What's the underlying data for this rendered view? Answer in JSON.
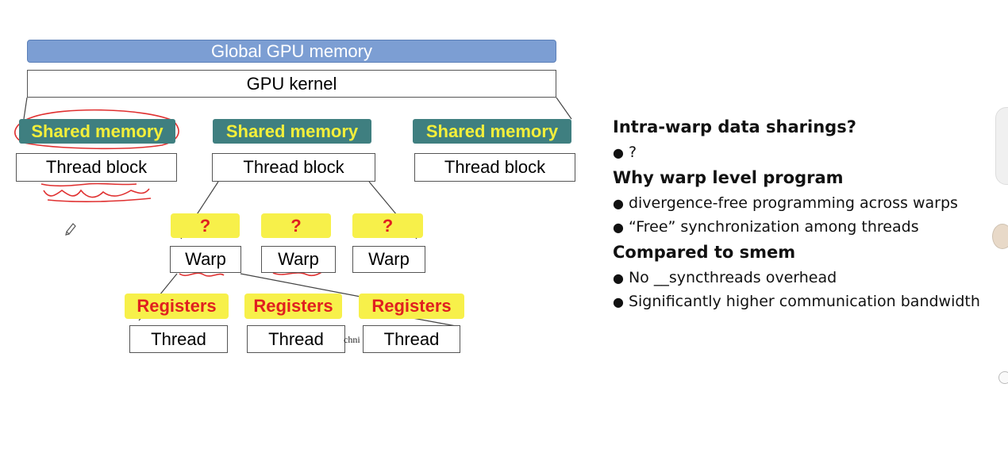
{
  "diagram": {
    "global_memory": "Global GPU memory",
    "kernel": "GPU kernel",
    "blocks": [
      {
        "shared": "Shared memory",
        "label": "Thread block"
      },
      {
        "shared": "Shared memory",
        "label": "Thread block"
      },
      {
        "shared": "Shared memory",
        "label": "Thread block"
      }
    ],
    "warps": [
      {
        "unknown": "?",
        "label": "Warp"
      },
      {
        "unknown": "?",
        "label": "Warp"
      },
      {
        "unknown": "?",
        "label": "Warp"
      }
    ],
    "threads": [
      {
        "registers": "Registers",
        "label": "Thread"
      },
      {
        "registers": "Registers",
        "label": "Thread"
      },
      {
        "registers": "Registers",
        "label": "Thread"
      }
    ],
    "text_fragment": "chni"
  },
  "notes": {
    "q1_heading": "Intra-warp data sharings?",
    "q1_bullet": "?",
    "q2_heading": "Why warp level program",
    "q2_bullets": [
      "divergence-free programming across warps",
      "“Free” synchronization among threads"
    ],
    "q3_heading": "Compared to smem",
    "q3_bullets": [
      "No __syncthreads overhead",
      "Significantly higher communication bandwidth"
    ]
  },
  "colors": {
    "global_fill": "#7c9ed3",
    "shared_fill": "#3f7f80",
    "shared_text": "#f4ef3a",
    "highlight_fill": "#f7f04a",
    "highlight_text": "#e02020",
    "annotation_ink": "#e03030"
  }
}
